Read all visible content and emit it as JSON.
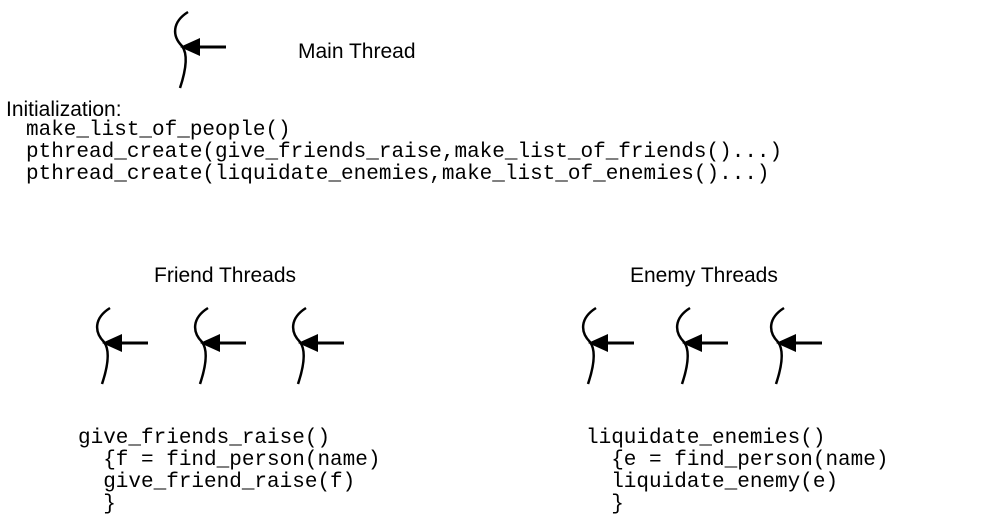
{
  "main": {
    "title": "Main Thread",
    "icon": "thread-arrow-icon",
    "init_label": "Initialization:",
    "code_lines": [
      "make_list_of_people()",
      "pthread_create(give_friends_raise,make_list_of_friends()...)",
      "pthread_create(liquidate_enemies,make_list_of_enemies()...)"
    ]
  },
  "friends": {
    "title": "Friend Threads",
    "icon": "thread-arrow-icon",
    "thread_count": 3,
    "code_lines": [
      "give_friends_raise()",
      "  {f = find_person(name)",
      "  give_friend_raise(f)",
      "  }"
    ]
  },
  "enemies": {
    "title": "Enemy Threads",
    "icon": "thread-arrow-icon",
    "thread_count": 3,
    "code_lines": [
      "liquidate_enemies()",
      "  {e = find_person(name)",
      "  liquidate_enemy(e)",
      "  }"
    ]
  }
}
